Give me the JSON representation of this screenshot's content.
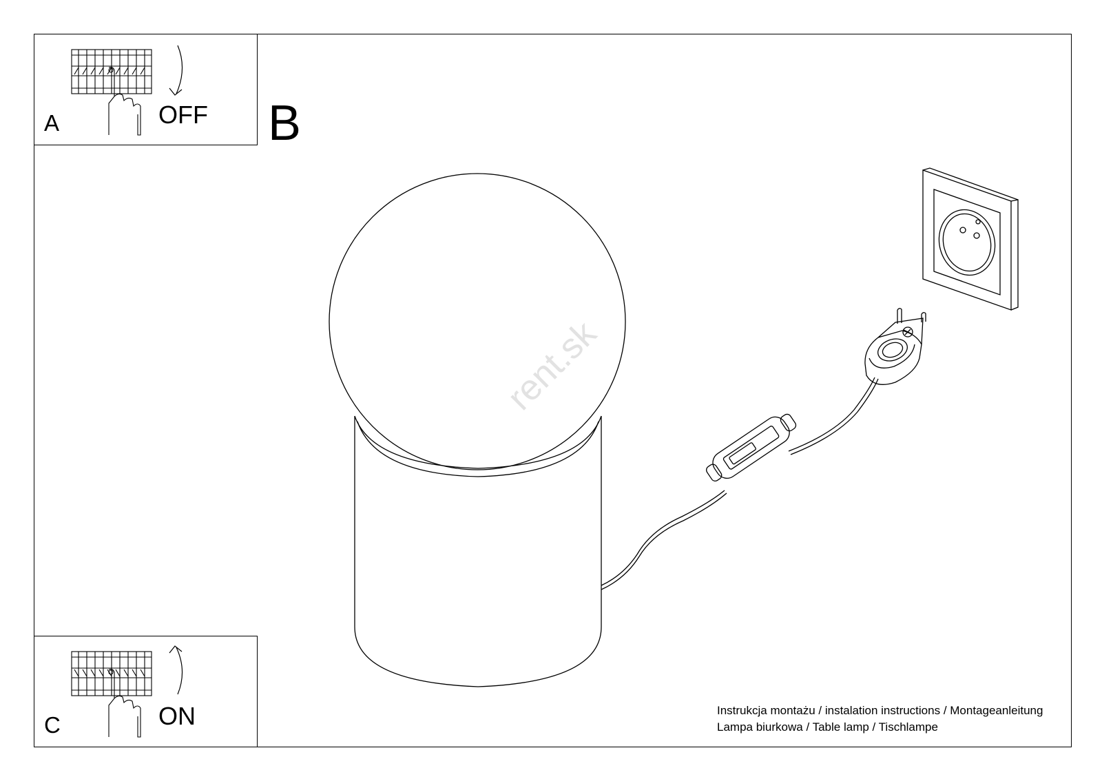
{
  "steps": {
    "a": {
      "letter": "A",
      "state": "OFF"
    },
    "b": {
      "letter": "B"
    },
    "c": {
      "letter": "C",
      "state": "ON"
    }
  },
  "footer": {
    "line1": "Instrukcja montażu / instalation instructions / Montageanleitung",
    "line2": "Lampa biurkowa / Table lamp / Tischlampe"
  },
  "watermark": "rent.sk",
  "icons": [
    "breaker-panel-icon",
    "hand-icon",
    "arrow-down-icon",
    "arrow-up-icon",
    "wall-socket-icon",
    "plug-icon",
    "inline-switch-icon"
  ]
}
